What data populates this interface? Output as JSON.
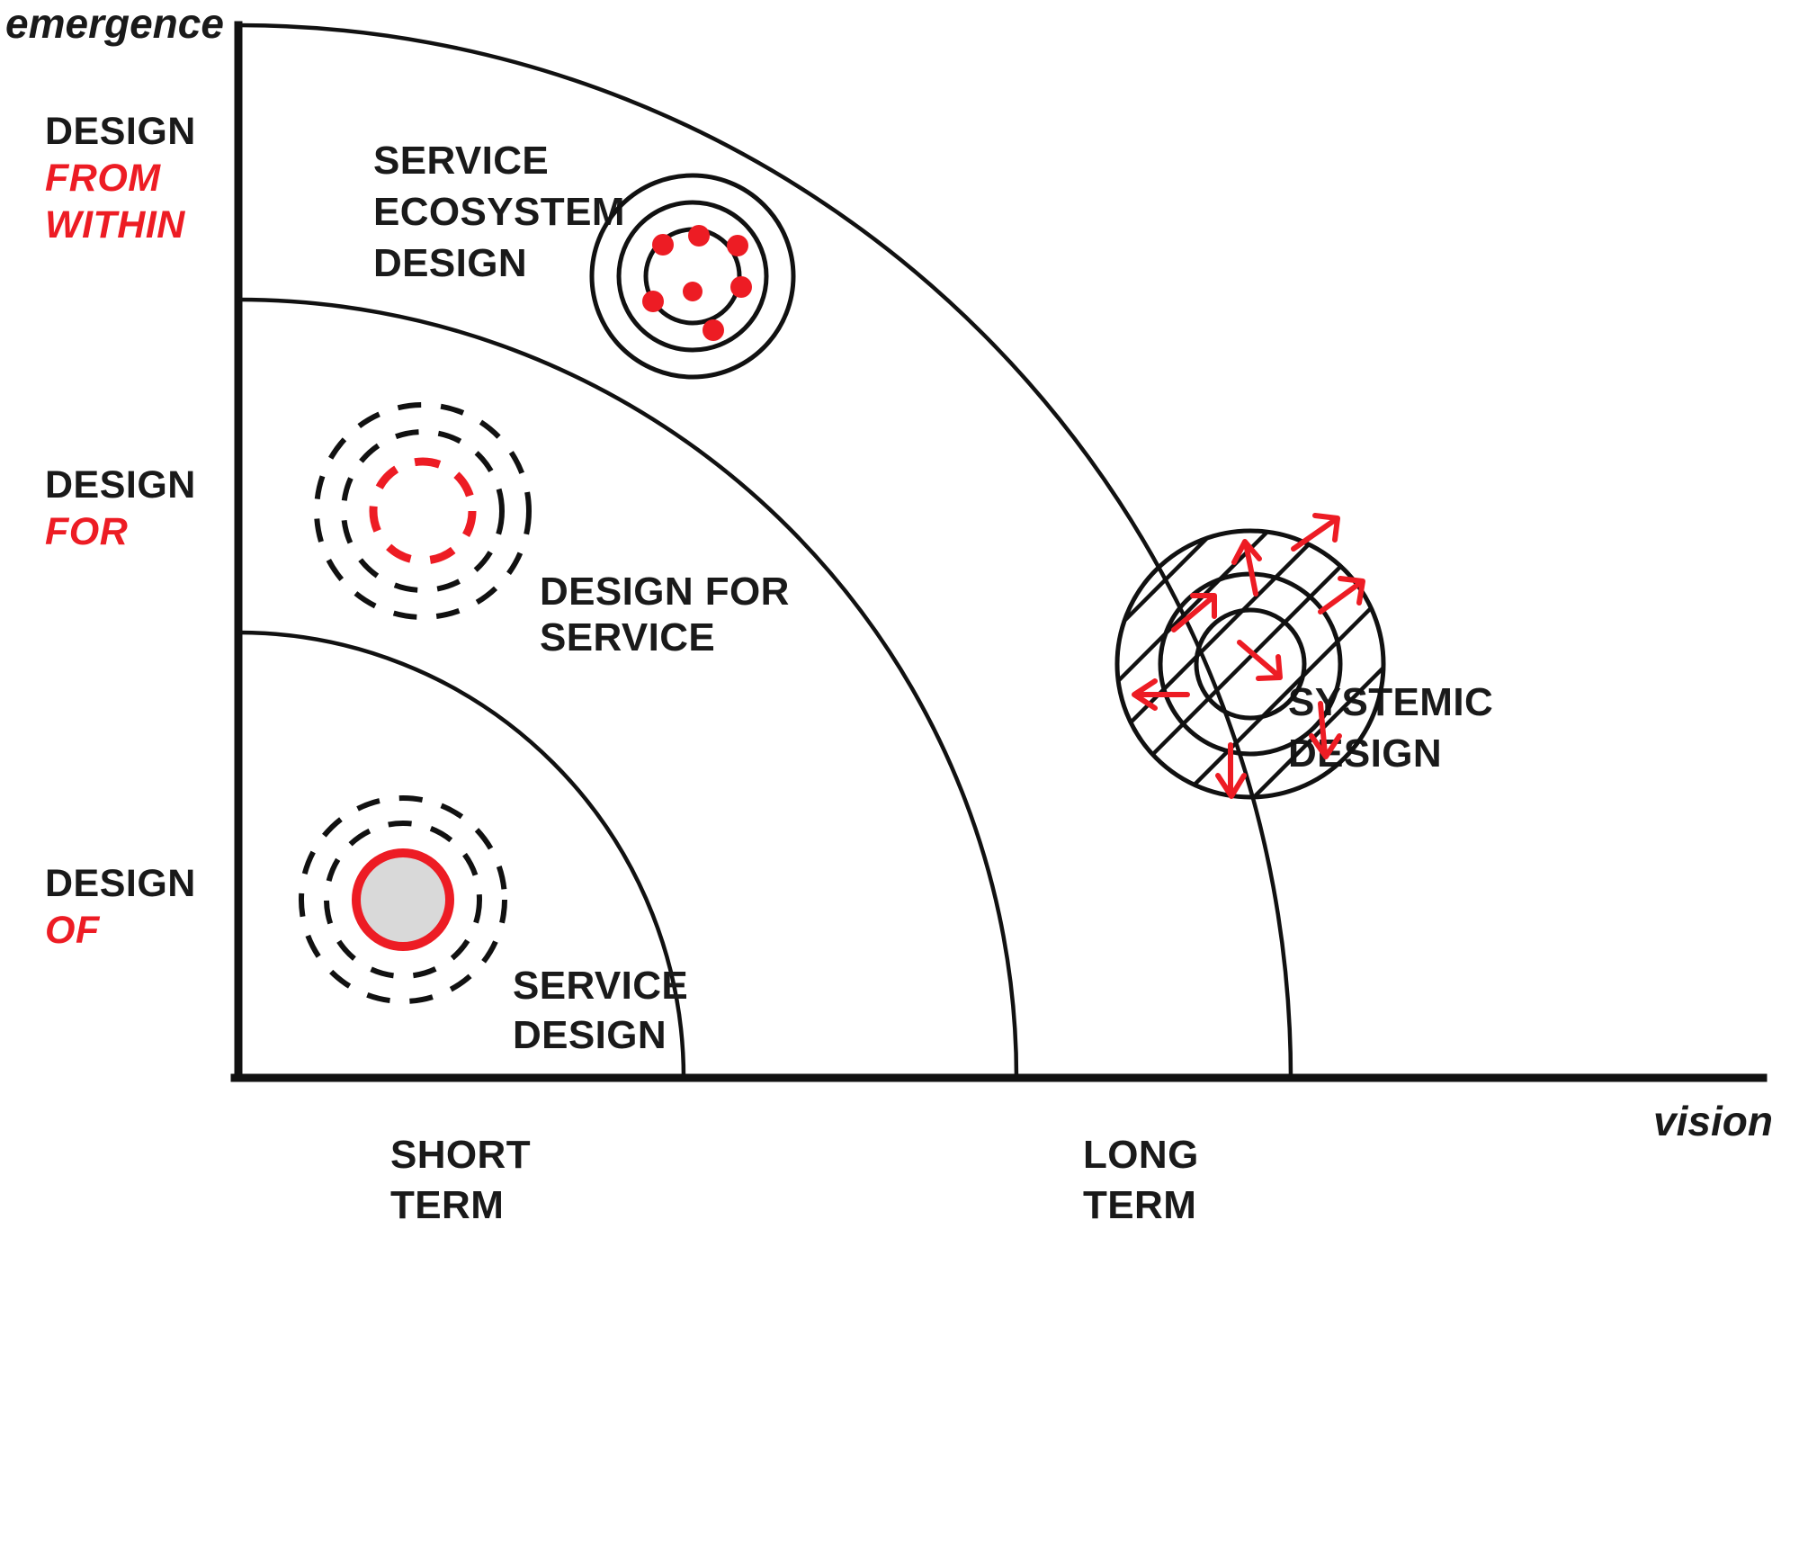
{
  "axes": {
    "y_title": "emergence",
    "x_title": "vision",
    "x_ticks": [
      {
        "line1": "SHORT",
        "line2": "TERM"
      },
      {
        "line1": "LONG",
        "line2": "TERM"
      }
    ]
  },
  "tiers": [
    {
      "id": "from-within",
      "black": "DESIGN",
      "red_line1": "FROM",
      "red_line2": "WITHIN"
    },
    {
      "id": "for",
      "black": "DESIGN",
      "red_line1": "FOR",
      "red_line2": ""
    },
    {
      "id": "of",
      "black": "DESIGN",
      "red_line1": "OF",
      "red_line2": ""
    }
  ],
  "zones": [
    {
      "id": "service-ecosystem-design",
      "lines": [
        "SERVICE",
        "ECOSYSTEM",
        "DESIGN"
      ],
      "icon": "concentric-solid-rings-with-red-nodes-icon"
    },
    {
      "id": "design-for-service",
      "lines": [
        "DESIGN FOR",
        "SERVICE"
      ],
      "icon": "concentric-dashed-rings-red-core-icon"
    },
    {
      "id": "systemic-design",
      "lines": [
        "SYSTEMIC",
        "DESIGN"
      ],
      "icon": "hatched-concentric-rings-with-red-arrows-icon"
    },
    {
      "id": "service-design",
      "lines": [
        "SERVICE",
        "DESIGN"
      ],
      "icon": "filled-core-with-dashed-rings-icon"
    }
  ],
  "colors": {
    "accent_red": "#ED1C24",
    "ink": "#111111",
    "core_gray": "#d9d9d9",
    "background": "#ffffff"
  },
  "chart_data": {
    "type": "scatter",
    "title": "",
    "xlabel": "vision",
    "ylabel": "emergence",
    "x_ticks": [
      "SHORT TERM",
      "LONG TERM"
    ],
    "y_ticks": [
      "DESIGN OF",
      "DESIGN FOR",
      "DESIGN FROM WITHIN"
    ],
    "grid": false,
    "legend": "none",
    "annotations": [
      "Quarter-circle concentric band chart with three nested arcs",
      "Innermost band: SERVICE DESIGN (short term, design of)",
      "Middle band: DESIGN FOR SERVICE (design for)",
      "Outer band: SERVICE ECOSYSTEM DESIGN (design from within) and SYSTEMIC DESIGN (long term)"
    ],
    "series": [
      {
        "name": "design maturity zones",
        "points": [
          {
            "label": "SERVICE DESIGN",
            "x": "short term",
            "y": "design of",
            "band": 1
          },
          {
            "label": "DESIGN FOR SERVICE",
            "x": "short term",
            "y": "design for",
            "band": 2
          },
          {
            "label": "SERVICE ECOSYSTEM DESIGN",
            "x": "short term",
            "y": "design from within",
            "band": 3
          },
          {
            "label": "SYSTEMIC DESIGN",
            "x": "long term",
            "y": "design for",
            "band": 3
          }
        ]
      }
    ]
  }
}
